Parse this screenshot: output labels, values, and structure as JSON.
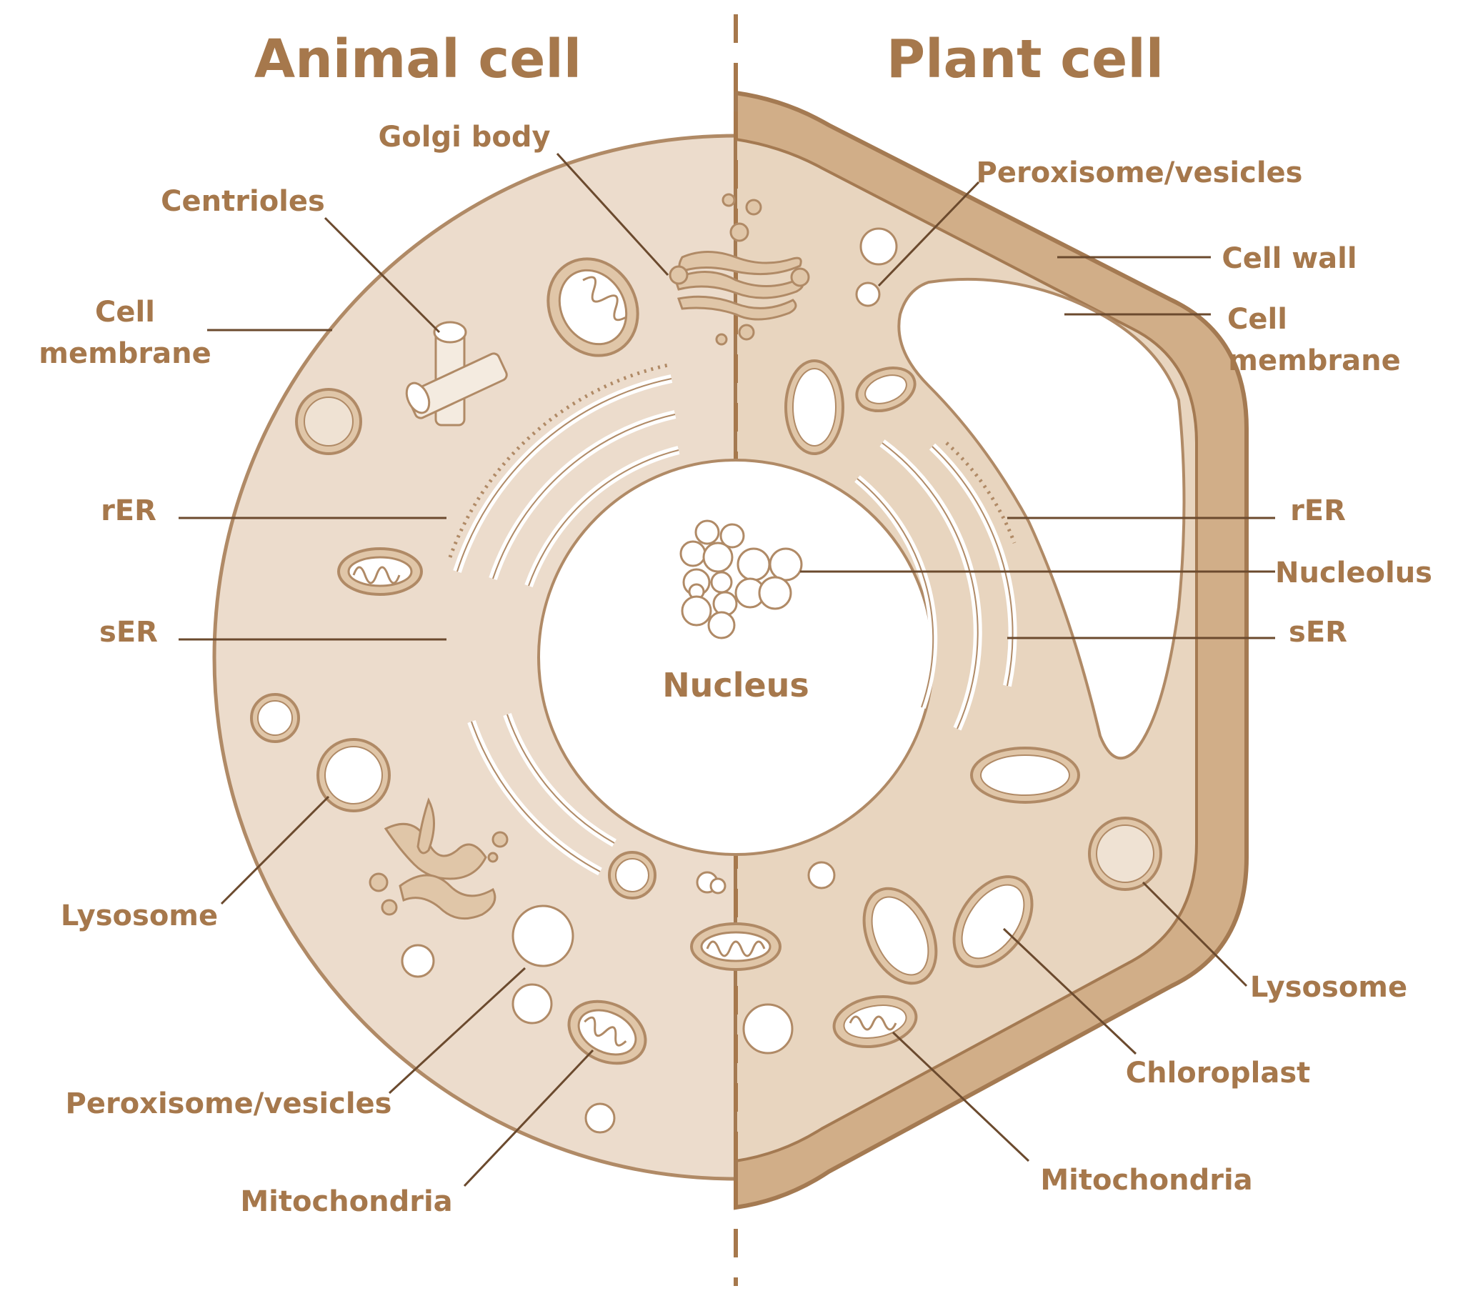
{
  "titles": {
    "animal": "Animal cell",
    "plant": "Plant cell"
  },
  "center_label": "Nucleus",
  "animal_labels": {
    "golgi_body": "Golgi body",
    "centrioles": "Centrioles",
    "cell_membrane_line1": "Cell",
    "cell_membrane_line2": "membrane",
    "rer": "rER",
    "ser": "sER",
    "lysosome": "Lysosome",
    "peroxisome": "Peroxisome/vesicles",
    "mitochondria": "Mitochondria"
  },
  "plant_labels": {
    "peroxisome": "Peroxisome/vesicles",
    "cell_wall": "Cell wall",
    "cell_membrane_line1": "Cell",
    "cell_membrane_line2": "membrane",
    "rer": "rER",
    "nucleolus": "Nucleolus",
    "ser": "sER",
    "lysosome": "Lysosome",
    "chloroplast": "Chloroplast",
    "mitochondria": "Mitochondria"
  },
  "colors": {
    "label_text": "#a6784c",
    "leader_line": "#6b4a2e",
    "outline": "#b08a66",
    "animal_cytoplasm": "#ecdccc",
    "plant_cytoplasm": "#e8d5bf",
    "cell_wall_fill": "#d1ae88",
    "cell_wall_stroke": "#a47a52",
    "organelle_fill": "#ffffff"
  }
}
